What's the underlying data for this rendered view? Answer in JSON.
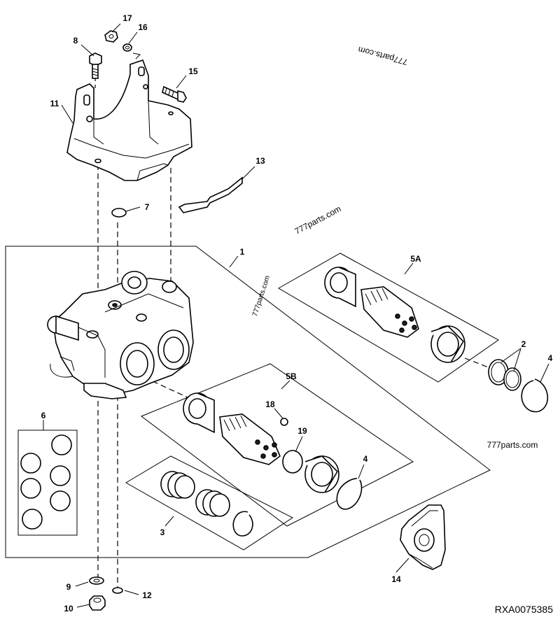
{
  "callouts": {
    "c1": "1",
    "c2": "2",
    "c3": "3",
    "c4a": "4",
    "c4b": "4",
    "c5a": "5A",
    "c5b": "5B",
    "c6": "6",
    "c7": "7",
    "c8": "8",
    "c9": "9",
    "c10": "10",
    "c11": "11",
    "c12": "12",
    "c13": "13",
    "c14": "14",
    "c15": "15",
    "c16": "16",
    "c17": "17",
    "c18": "18",
    "c19": "19"
  },
  "watermarks": {
    "top": "777parts.com",
    "center": "777parts.com",
    "body": "777parts.com",
    "right": "777parts.com"
  },
  "figure_id": "RXA0075385"
}
